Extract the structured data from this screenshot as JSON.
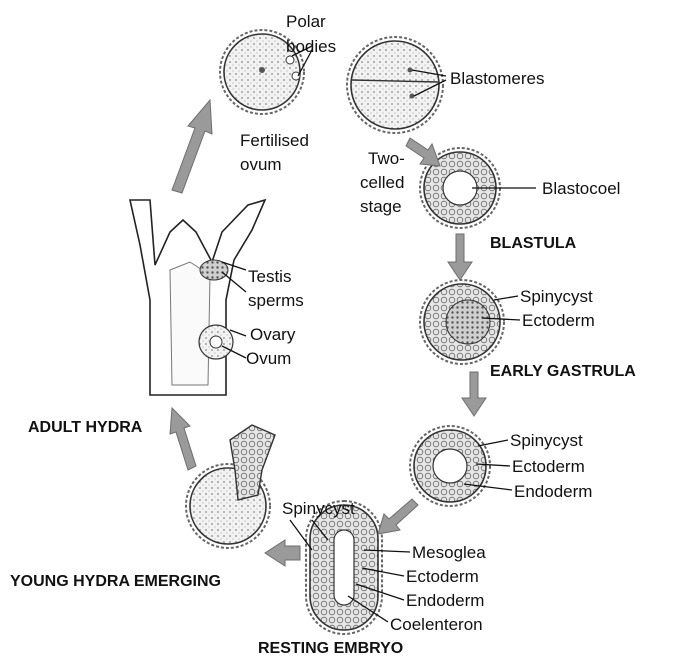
{
  "labels": {
    "polar_bodies": [
      "Polar",
      "bodies"
    ],
    "fertilised_ovum": [
      "Fertilised",
      "ovum"
    ],
    "blastomeres": "Blastomeres",
    "two_celled": [
      "Two-",
      "celled",
      "stage"
    ],
    "blastocoel": "Blastocoel",
    "testis_sperms": [
      "Testis",
      "sperms"
    ],
    "ovary": "Ovary",
    "ovum": "Ovum",
    "spinycyst_gastrula": "Spinycyst",
    "ectoderm_gastrula": "Ectoderm",
    "spinycyst_embryo": "Spinycyst",
    "ectoderm_embryo": "Ectoderm",
    "endoderm_embryo": "Endoderm",
    "spinycyst_resting": "Spinycyst",
    "mesoglea": "Mesoglea",
    "ectoderm_resting": "Ectoderm",
    "endoderm_resting": "Endoderm",
    "coelenteron": "Coelenteron"
  },
  "stages": {
    "blastula": "BLASTULA",
    "early_gastrula": "EARLY GASTRULA",
    "adult_hydra": "ADULT HYDRA",
    "young_hydra": "YOUNG HYDRA EMERGING",
    "resting_embryo": "RESTING EMBRYO"
  }
}
